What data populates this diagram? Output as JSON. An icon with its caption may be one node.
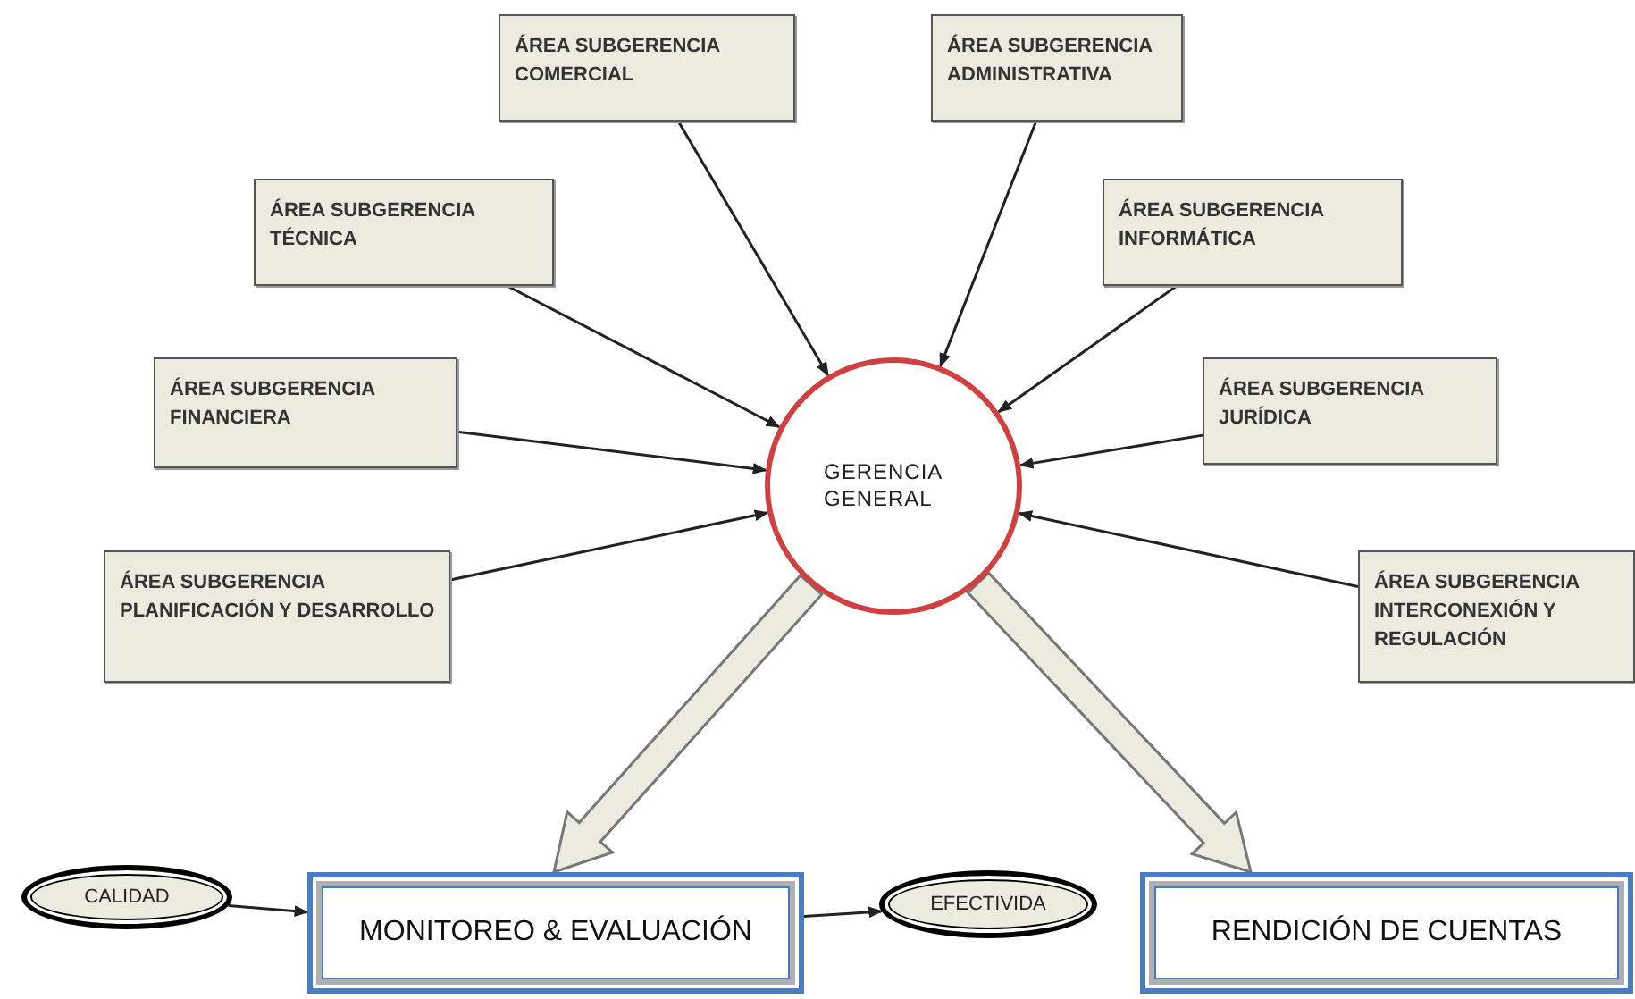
{
  "diagram": {
    "nodes": [
      {
        "text": [
          "ÁREA SUBGERENCIA COMERCIAL"
        ]
      },
      {
        "text": [
          "ÁREA SUBGERENCIA ADMINISTRATIVA"
        ]
      },
      {
        "text": [
          "ÁREA SUBGERENCIA TÉCNICA"
        ]
      },
      {
        "text": [
          "ÁREA SUBGERENCIA INFORMÁTICA"
        ]
      },
      {
        "text": [
          "ÁREA SUBGERENCIA FINANCIERA"
        ]
      },
      {
        "text": [
          "ÁREA SUBGERENCIA JURÍDICA"
        ]
      },
      {
        "text": [
          "ÁREA SUBGERENCIA PLANIFICACIÓN Y DESARROLLO"
        ]
      },
      {
        "text": [
          "ÁREA SUBGERENCIA INTERCONEXIÓN Y REGULACIÓN"
        ]
      },
      {
        "text": [
          "GERENCIA GENERAL"
        ]
      },
      {
        "text": [
          "CALIDAD"
        ]
      },
      {
        "text": [
          "MONITOREO & EVALUACIÓN"
        ]
      },
      {
        "text": [
          "EFECTIVIDA"
        ]
      },
      {
        "text": [
          "RENDICIÓN DE CUENTAS"
        ]
      }
    ],
    "edges": [
      {
        "from": 0,
        "to": 8,
        "arrow": "to"
      },
      {
        "from": 1,
        "to": 8,
        "arrow": "to"
      },
      {
        "from": 2,
        "to": 8,
        "arrow": "to"
      },
      {
        "from": 3,
        "to": 8,
        "arrow": "to"
      },
      {
        "from": 4,
        "to": 8,
        "arrow": "to"
      },
      {
        "from": 5,
        "to": 8,
        "arrow": "to"
      },
      {
        "from": 6,
        "to": 8,
        "arrow": "to"
      },
      {
        "from": 7,
        "to": 8,
        "arrow": "to"
      },
      {
        "from": 8,
        "to": 10,
        "arrow": "to",
        "style": "thick"
      },
      {
        "from": 8,
        "to": 12,
        "arrow": "to",
        "style": "thick"
      },
      {
        "from": 9,
        "to": 10,
        "arrow": "to"
      },
      {
        "from": 10,
        "to": 11,
        "arrow": "to"
      }
    ]
  }
}
